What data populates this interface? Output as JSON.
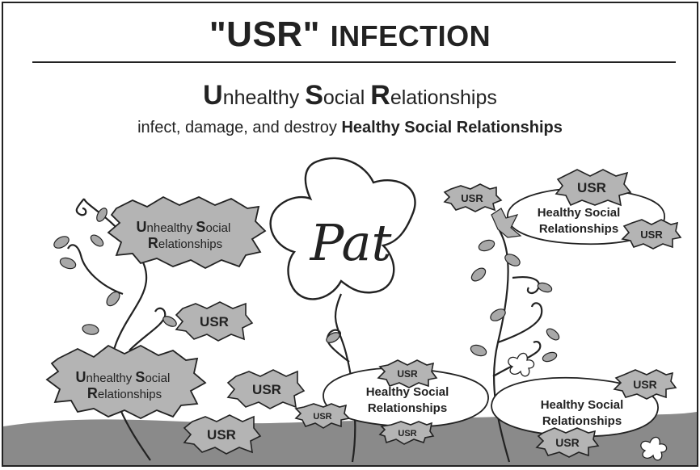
{
  "title": {
    "quoted": "\"USR\"",
    "rest": "INFECTION"
  },
  "subtitle": {
    "u_initial": "U",
    "u_rest": "nhealthy ",
    "s_initial": "S",
    "s_rest": "ocial ",
    "r_initial": "R",
    "r_rest": "elationships"
  },
  "caption": {
    "plain": "infect, damage, and destroy ",
    "bold": "Healthy Social Relationships"
  },
  "center_flower": {
    "name": "Pat"
  },
  "cloud_labels": {
    "u_initial": "U",
    "nhealthy": "nhealthy ",
    "s_initial": "S",
    "ocial": "ocial",
    "r_initial": "R",
    "elationships": "elationships"
  },
  "healthy_label": {
    "line1": "Healthy Social",
    "line2": "Relationships"
  },
  "usr": "USR",
  "colors": {
    "ground": "#8a8a8a",
    "cloud_fill": "#b4b4b4",
    "ink": "#222222",
    "leaf": "#a8a8a8"
  }
}
